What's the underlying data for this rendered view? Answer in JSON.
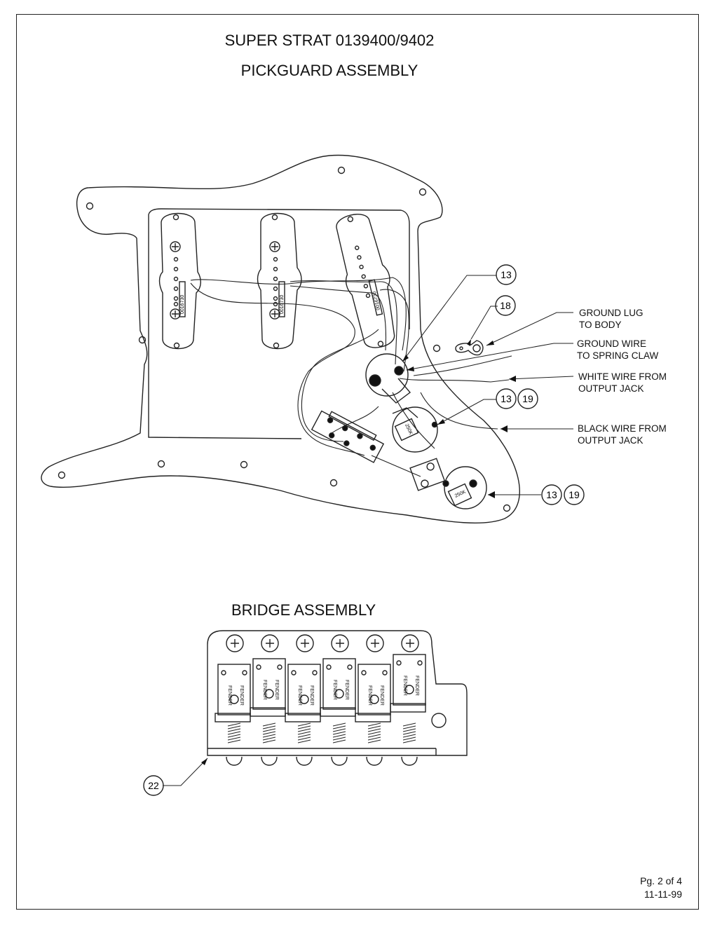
{
  "header": {
    "title": "SUPER STRAT 0139400/9402",
    "subtitle": "PICKGUARD ASSEMBLY"
  },
  "bridge": {
    "title": "BRIDGE ASSEMBLY",
    "saddle_brand": "FENDER"
  },
  "callouts": {
    "ground_lug": "GROUND LUG\nTO BODY",
    "ground_wire": "GROUND WIRE\nTO SPRING CLAW",
    "white_wire": "WHITE WIRE FROM\nOUTPUT JACK",
    "black_wire": "BLACK WIRE FROM\nOUTPUT JACK"
  },
  "part_numbers": {
    "pot_top": "13",
    "ground_lug": "18",
    "pot_mid_a": "13",
    "pot_mid_b": "19",
    "pot_low_a": "13",
    "pot_low_b": "19",
    "bridge_plate": "22"
  },
  "pickups": {
    "neck_code": "0016730",
    "middle_code": "0016730",
    "bridge_code": "0016730"
  },
  "pots": {
    "value_a": "250K",
    "value_b": "250K"
  },
  "footer": {
    "page": "Pg. 2 of 4",
    "date": "11-11-99"
  }
}
